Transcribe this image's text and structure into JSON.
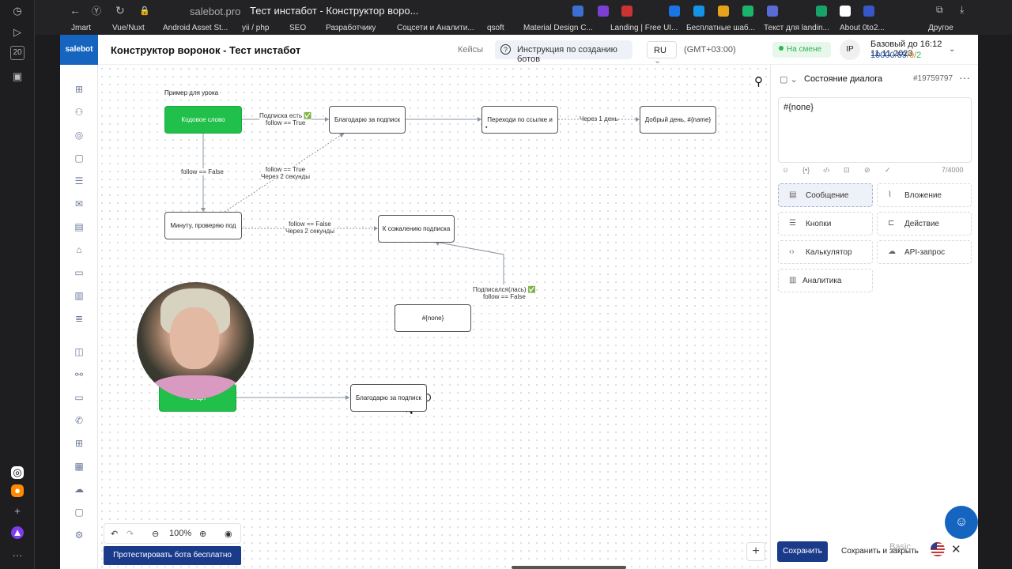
{
  "browser": {
    "url": "salebot.pro",
    "tab_title": "Тест инстабот - Конструктор воро...",
    "bookmarks": [
      "Jmart",
      "Vue/Nuxt",
      "Android Asset St...",
      "yii / php",
      "SEO",
      "Разработчику",
      "Соцсети и Аналити...",
      "qsoft",
      "Material Design C...",
      "Landing | Free UI...",
      "Бесплатные шаб...",
      "Текст для landin...",
      "About 0to2...",
      "Другое"
    ]
  },
  "os_sidebar": {
    "icons": [
      "clock-icon",
      "play-icon",
      "calendar-icon",
      "camera-icon",
      "instagram-icon",
      "apps-icon",
      "add-icon",
      "app-icon",
      "more-icon"
    ],
    "calendar_day": "20"
  },
  "header": {
    "logo": "salebot",
    "title": "Конструктор воронок - Тест инстабот",
    "cases": "Кейсы",
    "instruction": "Инструкция по созданию ботов",
    "lang": "RU",
    "timezone": "(GMT+03:00)",
    "shift": "На смене",
    "avatar": "IP",
    "plan": "Базовый до 16:12 11.11.2023",
    "plan_stats": {
      "a": "10000",
      "b": "69",
      "c": "0",
      "d": "2"
    }
  },
  "canvas": {
    "caption": "Пример для урока",
    "nodes": {
      "n1": "Кодовое слово",
      "n2": "Благодарю за подписк",
      "n3": "Переходи по ссылке и",
      "n4": "Добрый день, #{name}",
      "n5": "Минуту, проверяю под",
      "n6": "К сожалению подписка",
      "n7": "#{none}",
      "n8": "Старт",
      "n9": "Благодарю за подписк"
    },
    "edges": {
      "e1a": "Подписка есть ✅",
      "e1b": "follow == True",
      "e2": "Через 1 день",
      "e3": "follow == False",
      "e4a": "follow == True",
      "e4b": "Через 2 секунды",
      "e5a": "follow == False",
      "e5b": "Через 2 секунды",
      "e6a": "Подписался(лась) ✅",
      "e6b": "follow == False"
    },
    "zoom": "100%",
    "test_button": "Протестировать бота бесплатно",
    "add": "+"
  },
  "panel": {
    "title": "Состояние диалога",
    "id": "#19759797",
    "text": "#{none}",
    "counter": "7/4000",
    "buttons": {
      "message": "Сообщение",
      "attachment": "Вложение",
      "buttons": "Кнопки",
      "action": "Действие",
      "calculator": "Калькулятор",
      "api": "API-запрос",
      "analytics": "Аналитика"
    },
    "save": "Сохранить",
    "save_close": "Сохранить и закрыть",
    "basic": "Basic"
  },
  "colors": {
    "accent": "#1a3a8a",
    "green": "#21c04a",
    "brand": "#1565c0"
  }
}
